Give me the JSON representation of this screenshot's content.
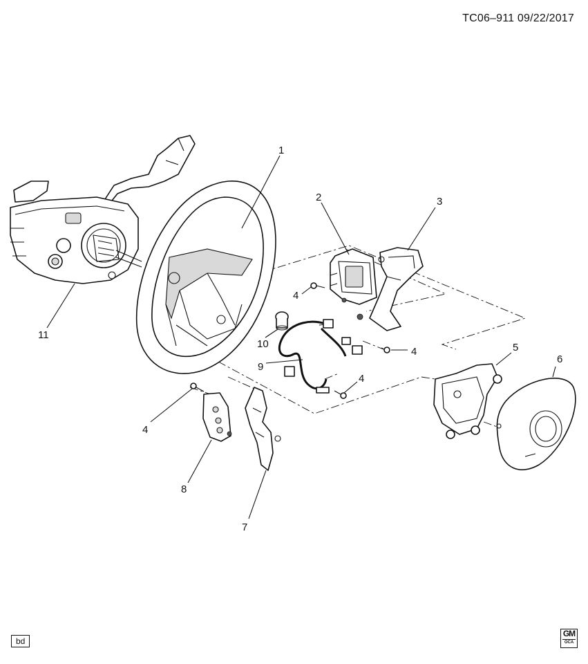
{
  "header": {
    "code_date": "TC06–911  09/22/2017"
  },
  "callouts": {
    "c1": "1",
    "c2": "2",
    "c3": "3",
    "c4a": "4",
    "c4b": "4",
    "c4c": "4",
    "c4d": "4",
    "c5": "5",
    "c6": "6",
    "c7": "7",
    "c8": "8",
    "c9": "9",
    "c10": "10",
    "c11": "11"
  },
  "footer": {
    "code": "bd",
    "logo_text": "GM",
    "logo_sub": "OCA"
  }
}
